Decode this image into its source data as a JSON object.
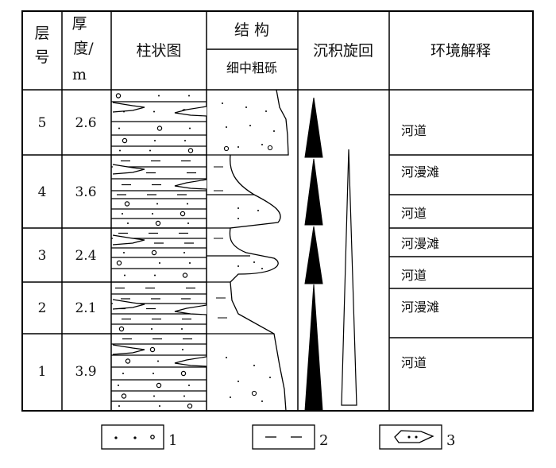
{
  "header": {
    "layer_no_1": "层",
    "layer_no_2": "号",
    "thickness_1": "厚",
    "thickness_2": "度/",
    "thickness_3": "m",
    "column": "柱状图",
    "structure": "结 构",
    "grain_size": "细中粗砾",
    "cycle": "沉积旋回",
    "environment": "环境解释"
  },
  "layers": [
    {
      "no": "5",
      "thickness": "2.6"
    },
    {
      "no": "4",
      "thickness": "3.6"
    },
    {
      "no": "3",
      "thickness": "2.4"
    },
    {
      "no": "2",
      "thickness": "2.1"
    },
    {
      "no": "1",
      "thickness": "3.9"
    }
  ],
  "environments": [
    "河道",
    "河漫滩",
    "河道",
    "河漫滩",
    "河道",
    "河漫滩",
    "河道"
  ],
  "legend": [
    {
      "symbol": "sand-gravel",
      "label": "1"
    },
    {
      "symbol": "mud",
      "label": "2"
    },
    {
      "symbol": "lens",
      "label": "3"
    }
  ]
}
